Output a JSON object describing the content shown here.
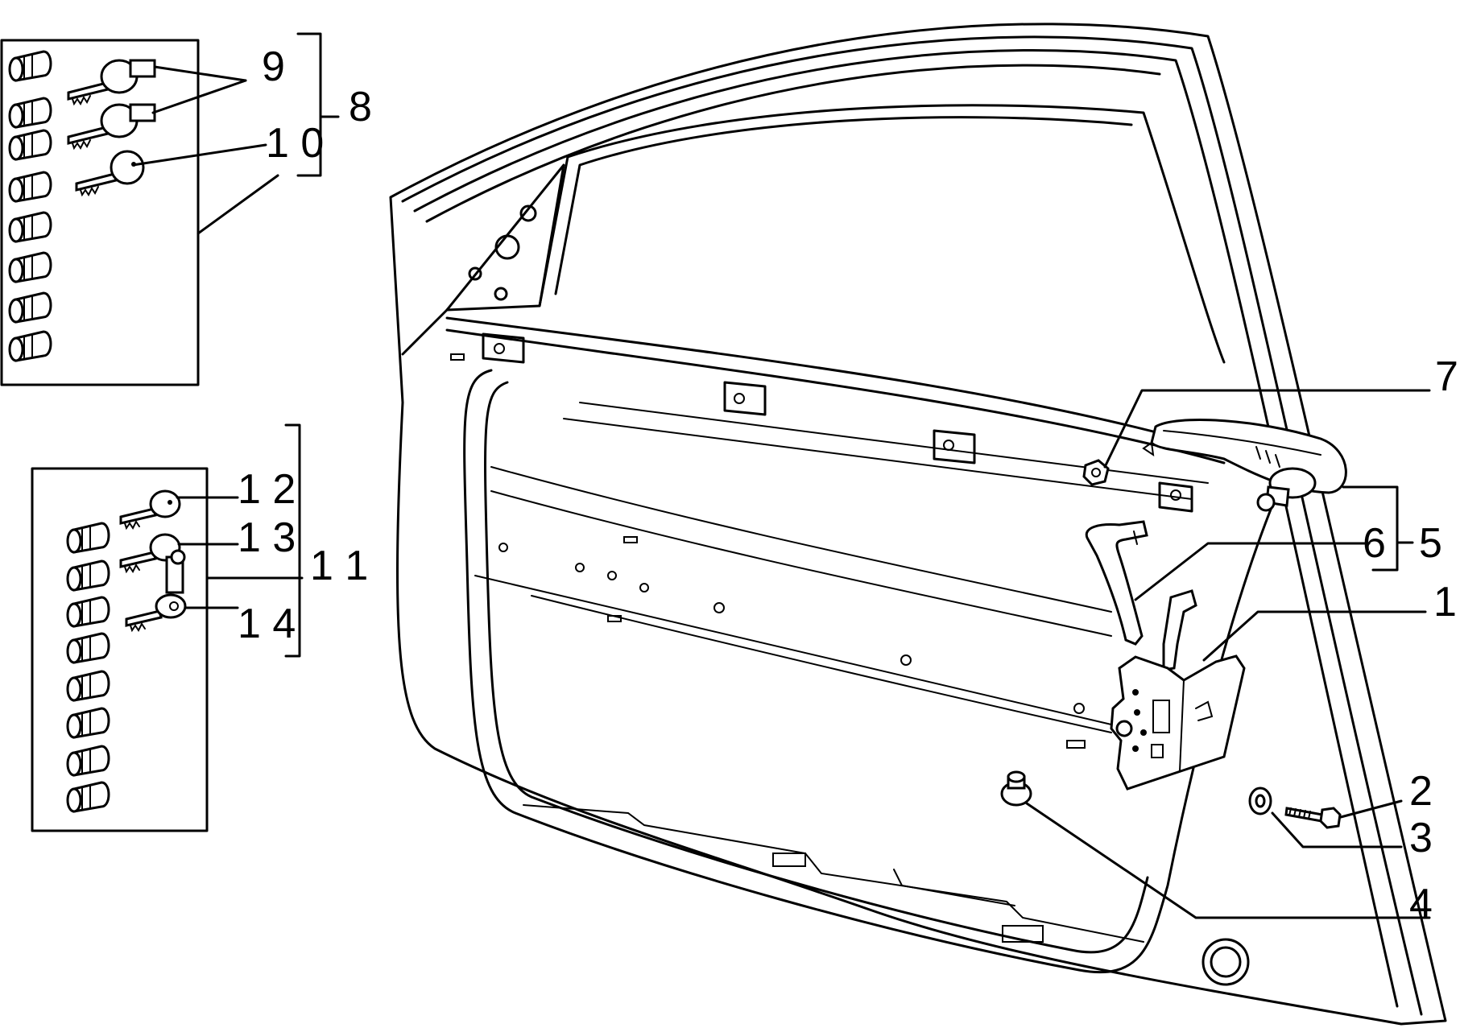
{
  "callouts": {
    "c1": "1",
    "c2": "2",
    "c3": "3",
    "c4": "4",
    "c5": "5",
    "c6": "6",
    "c7": "7",
    "c8": "8",
    "c9": "9",
    "c10": "1 0",
    "c11": "1 1",
    "c12": "1 2",
    "c13": "1 3",
    "c14": "1 4"
  }
}
